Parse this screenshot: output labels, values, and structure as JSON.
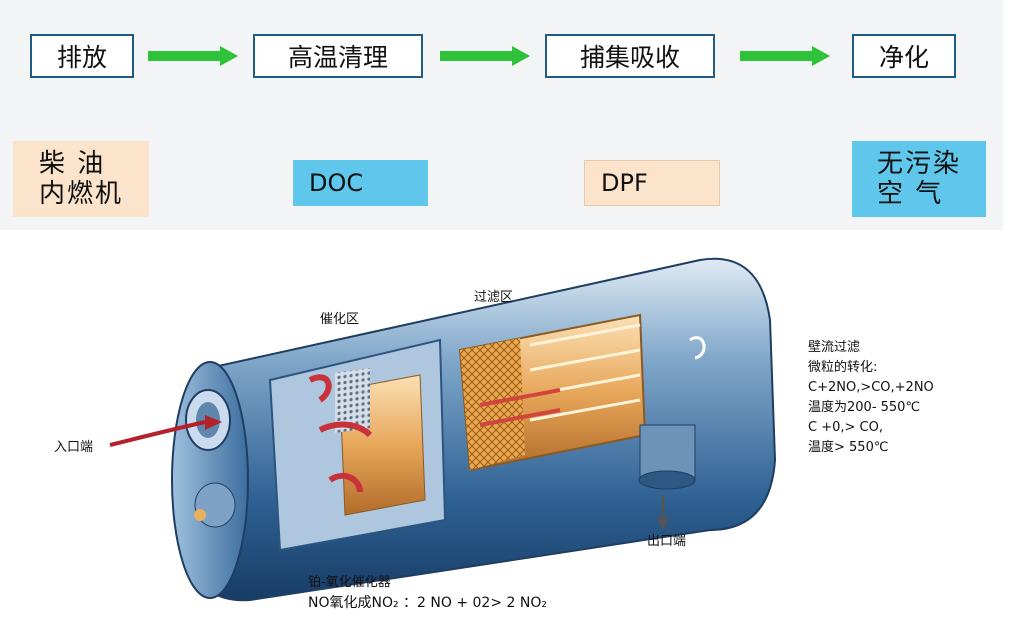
{
  "flow": {
    "steps": [
      {
        "label": "排放"
      },
      {
        "label": "高温清理"
      },
      {
        "label": "捕集吸收"
      },
      {
        "label": "净化"
      }
    ],
    "components": [
      {
        "line1": "柴  油",
        "line2": "内燃机"
      },
      {
        "label": "DOC"
      },
      {
        "label": "DPF"
      },
      {
        "line1": "无污染",
        "line2": "空  气"
      }
    ]
  },
  "diagram": {
    "catalyst_zone": "催化区",
    "filter_zone": "过滤区",
    "inlet": "入口端",
    "outlet": "出口端",
    "wall_flow_notes": [
      "壁流过滤",
      "微粒的转化:",
      "C+2NO,>CO,+2NO",
      "温度为200- 550℃",
      "C +0,> CO,",
      "温度> 550℃"
    ],
    "catalyst_caption": "铂-氧化催化器",
    "reaction_text": "NO氧化成NO₂ ：2 NO + 02> 2 NO₂"
  },
  "colors": {
    "step_border": "#1f5d86",
    "arrow_green": "#2ec13a",
    "peach": "#fce4cc",
    "blue": "#5ec7eb"
  }
}
